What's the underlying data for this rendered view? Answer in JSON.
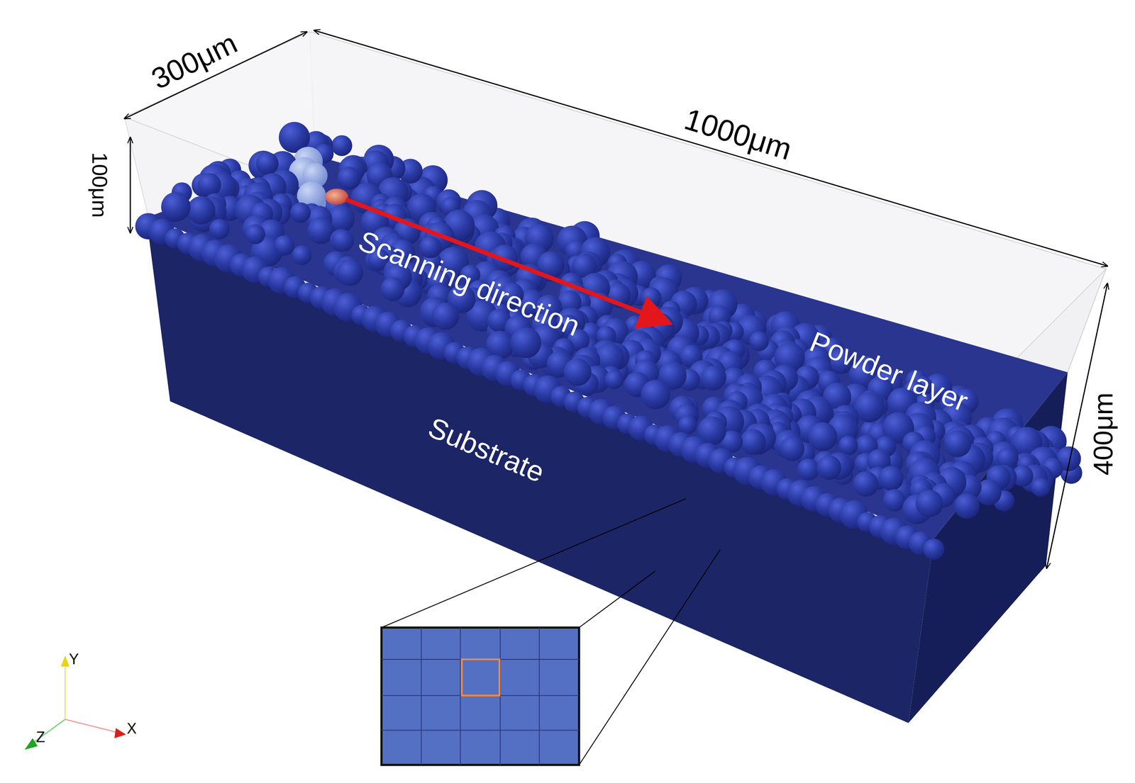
{
  "diagram": {
    "labels": [
      "300μm",
      "1000μm",
      "100μm",
      "400μm",
      "Scanning direction",
      "Powder layer",
      "Substrate",
      "Y",
      "X",
      "Z"
    ]
  }
}
